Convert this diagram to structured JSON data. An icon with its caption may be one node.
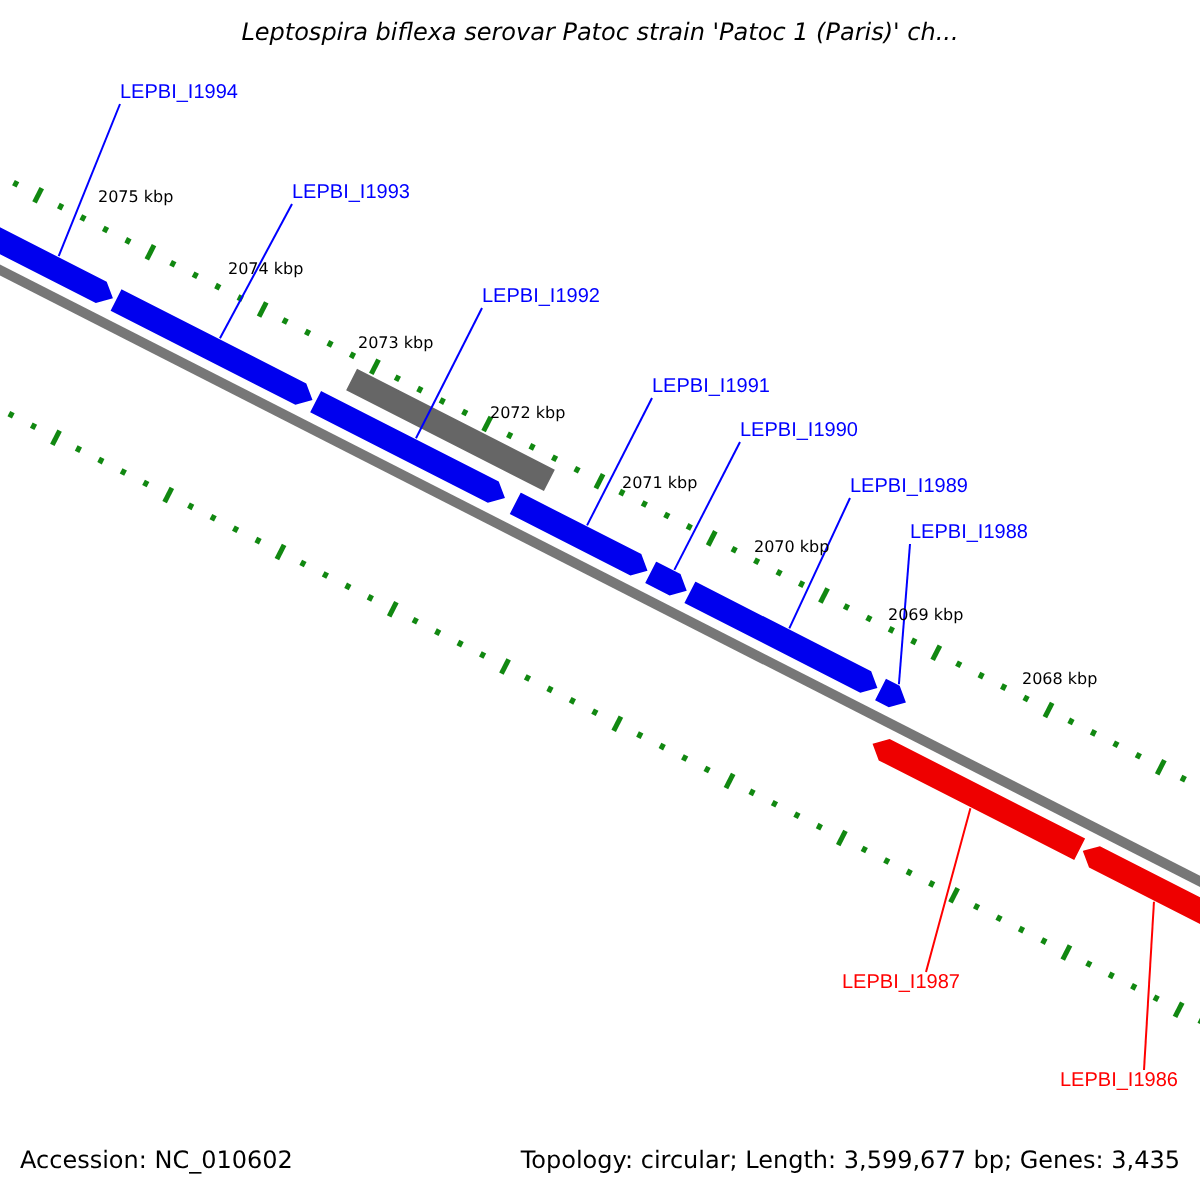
{
  "diagram": {
    "title": "Leptospira biflexa serovar Patoc strain 'Patoc 1 (Paris)' ch...",
    "nodes": [
      {
        "text": [
          "LEPBI_I1994"
        ]
      },
      {
        "text": [
          "LEPBI_I1993"
        ]
      },
      {
        "text": [
          "LEPBI_I1992"
        ]
      },
      {
        "text": [
          "LEPBI_I1991"
        ]
      },
      {
        "text": [
          "LEPBI_I1990"
        ]
      },
      {
        "text": [
          "LEPBI_I1989"
        ]
      },
      {
        "text": [
          "LEPBI_I1988"
        ]
      },
      {
        "text": [
          "LEPBI_I1987"
        ]
      },
      {
        "text": [
          "LEPBI_I1986"
        ]
      },
      {
        "text": [],
        "shape": "arrow"
      },
      {
        "text": [],
        "shape": "arrow"
      },
      {
        "text": [],
        "shape": "arrow"
      },
      {
        "text": [],
        "shape": "arrow"
      },
      {
        "text": [],
        "shape": "arrow"
      },
      {
        "text": [],
        "shape": "arrow"
      },
      {
        "text": [],
        "shape": "arrow"
      },
      {
        "text": [],
        "shape": "bar"
      },
      {
        "text": [],
        "shape": "arrow"
      },
      {
        "text": [],
        "shape": "arrow"
      }
    ],
    "edges": [
      {
        "from": 0,
        "to": 9,
        "arrow": "none"
      },
      {
        "from": 1,
        "to": 10,
        "arrow": "none"
      },
      {
        "from": 2,
        "to": 11,
        "arrow": "none"
      },
      {
        "from": 3,
        "to": 12,
        "arrow": "none"
      },
      {
        "from": 4,
        "to": 13,
        "arrow": "none"
      },
      {
        "from": 5,
        "to": 14,
        "arrow": "none"
      },
      {
        "from": 6,
        "to": 15,
        "arrow": "none"
      },
      {
        "from": 7,
        "to": 17,
        "arrow": "none",
        "color": "#ff0000"
      },
      {
        "from": 8,
        "to": 18,
        "arrow": "none",
        "color": "#ff0000"
      }
    ],
    "labels": [
      "2075 kbp",
      "2074 kbp",
      "2073 kbp",
      "2072 kbp",
      "2071 kbp",
      "2070 kbp",
      "2069 kbp",
      "2068 kbp",
      "Accession: NC_010602",
      "Topology: circular; Length: 3,599,677 bp; Genes: 3,435"
    ]
  }
}
